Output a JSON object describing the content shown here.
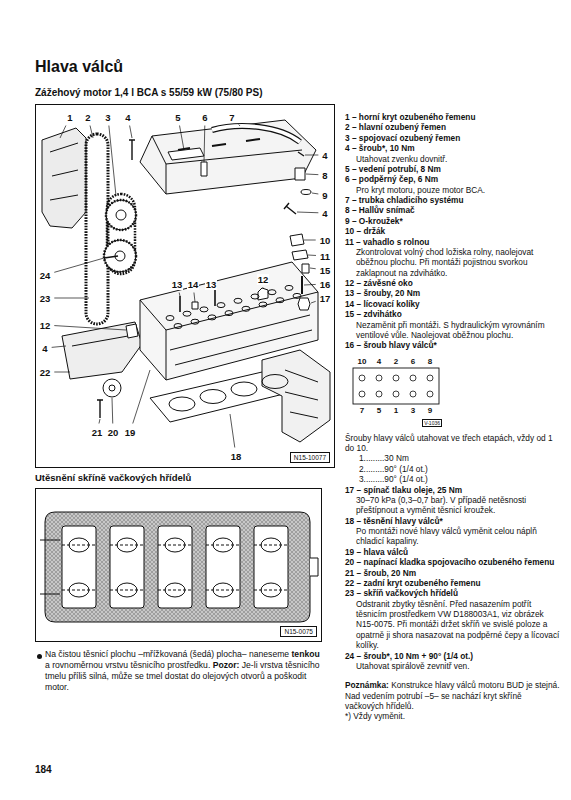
{
  "diagram": {
    "title": "Hlava válců",
    "nodes": [
      {
        "text": [
          "N15-10077"
        ]
      },
      {
        "text": [
          "N15-0075"
        ]
      },
      {
        "text": [
          "V-1036"
        ]
      }
    ],
    "labels": [
      "Zážehový motor 1,4 l BCA s 55/59 kW (75/80 PS)",
      "1",
      "2",
      "3",
      "4",
      "5",
      "6",
      "7",
      "4",
      "8",
      "9",
      "4",
      "10",
      "11",
      "15",
      "16",
      "17",
      "13",
      "14",
      "13",
      "12",
      "24",
      "23",
      "12",
      "4",
      "22",
      "21",
      "20",
      "19",
      "18",
      "Utěsnění skříně vačkových hřídelů",
      "Na čistou těsnicí plochu –mřížkovaná (šedá) plocha– naneseme",
      "tenkou",
      "a rovnoměrnou vrstvu těsnicího prostředku.",
      "Pozor:",
      "Je-li vrstva těsnicího tmelu příliš silná, může se tmel dostat do olejových otvorů a poškodit motor.",
      "1 – horní kryt ozubeného řemenu",
      "2 – hlavní ozubený řemen",
      "3 – spojovací ozubený řemen",
      "4 – šroub*, 10 Nm",
      "Utahovat zvenku dovnitř.",
      "5 – vedení potrubí, 8 Nm",
      "6 – podpěrný čep, 6 Nm",
      "Pro kryt motoru, pouze motor BCA.",
      "7 – trubka chladicího systému",
      "8 – Hallův snímač",
      "9 – O-kroužek*",
      "10 – držák",
      "11 – vahadlo s rolnou",
      "Zkontrolovat volný chod ložiska rolny, naolejovat oběžnou plochu. Při montáži pojistnou svorkou zaklapnout na zdvihátko.",
      "12 – závěsné oko",
      "13 – šrouby, 20 Nm",
      "14 – lícovací kolíky",
      "15 – zdvihátko",
      "Nezaměnit při montáži. S hydraulickým vyrovnáním ventilové vůle. Naolejovat oběžnou plochu.",
      "16 – šroub hlavy válců*",
      "10",
      "4",
      "2",
      "6",
      "8",
      "7",
      "5",
      "1",
      "3",
      "9",
      "Šrouby hlavy válců utahovat ve třech etapách, vždy od 1 do 10.",
      "1.........30 Nm",
      "2.........90° (1/4 ot.)",
      "3.........90° (1/4 ot.)",
      "17 – spínač tlaku oleje, 25 Nm",
      "30–70 kPa (0,3–0,7 bar). V případě netěsnosti přeštípnout a vyměnit těsnicí kroužek.",
      "18 – těsnění hlavy válců*",
      "Po montáži nové hlavy válců vyměnit celou náplň chladicí kapaliny.",
      "19 – hlava válců",
      "20 – napínací kladka spojovacího ozubeného řemenu",
      "21 – šroub, 20 Nm",
      "22 – zadní kryt ozubeného řemenu",
      "23 – skříň vačkových hřídelů",
      "Odstranit zbytky těsnění. Před nasazením potřít těsnicím prostředkem VW D188003A1, viz obrázek N15-0075. Při montáži držet skříň ve svislé poloze a opatrně ji shora nasazovat na podpěrné čepy a lícovací kolíky.",
      "24 – šroub*, 10 Nm + 90° (1/4 ot.)",
      "Utahovat spirálově zevnitř ven.",
      "Poznámka:",
      "Konstrukce hlavy válců motoru BUD je stejná. Nad vedením potrubí –5– se nachází kryt skříně vačkových hřídelů.",
      "*) Vždy vyměnit.",
      "184"
    ]
  }
}
